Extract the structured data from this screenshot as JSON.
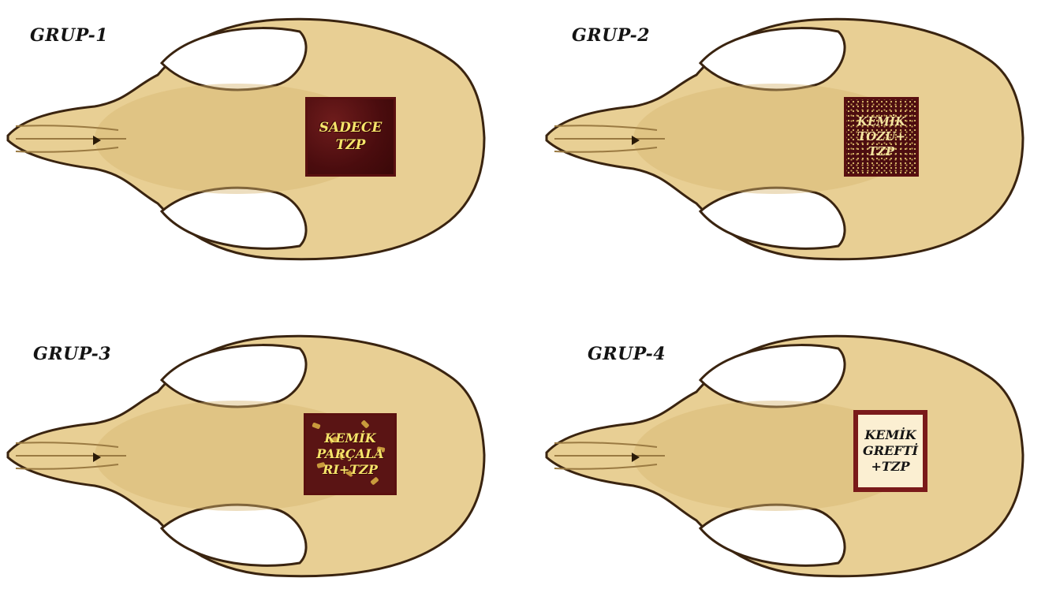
{
  "colors": {
    "skull_fill": "#e8cf94",
    "skull_shade": "#c9a35f",
    "skull_outline": "#3a2410",
    "defect_dark": "#4a0c0e",
    "label_yellow": "#f6e46a",
    "graft_fill": "#fbefd2"
  },
  "panels": [
    {
      "group_label": "GRUP-1",
      "box_lines": [
        "SADECE",
        "TZP"
      ],
      "box_style": "dark"
    },
    {
      "group_label": "GRUP-2",
      "box_lines": [
        "KEMİK",
        "TOZU+",
        "TZP"
      ],
      "box_style": "powder"
    },
    {
      "group_label": "GRUP-3",
      "box_lines": [
        "KEMİK",
        "PARÇALA",
        "RI+TZP"
      ],
      "box_style": "pieces"
    },
    {
      "group_label": "GRUP-4",
      "box_lines": [
        "KEMİK",
        "GREFTİ",
        "+TZP"
      ],
      "box_style": "graft"
    }
  ]
}
